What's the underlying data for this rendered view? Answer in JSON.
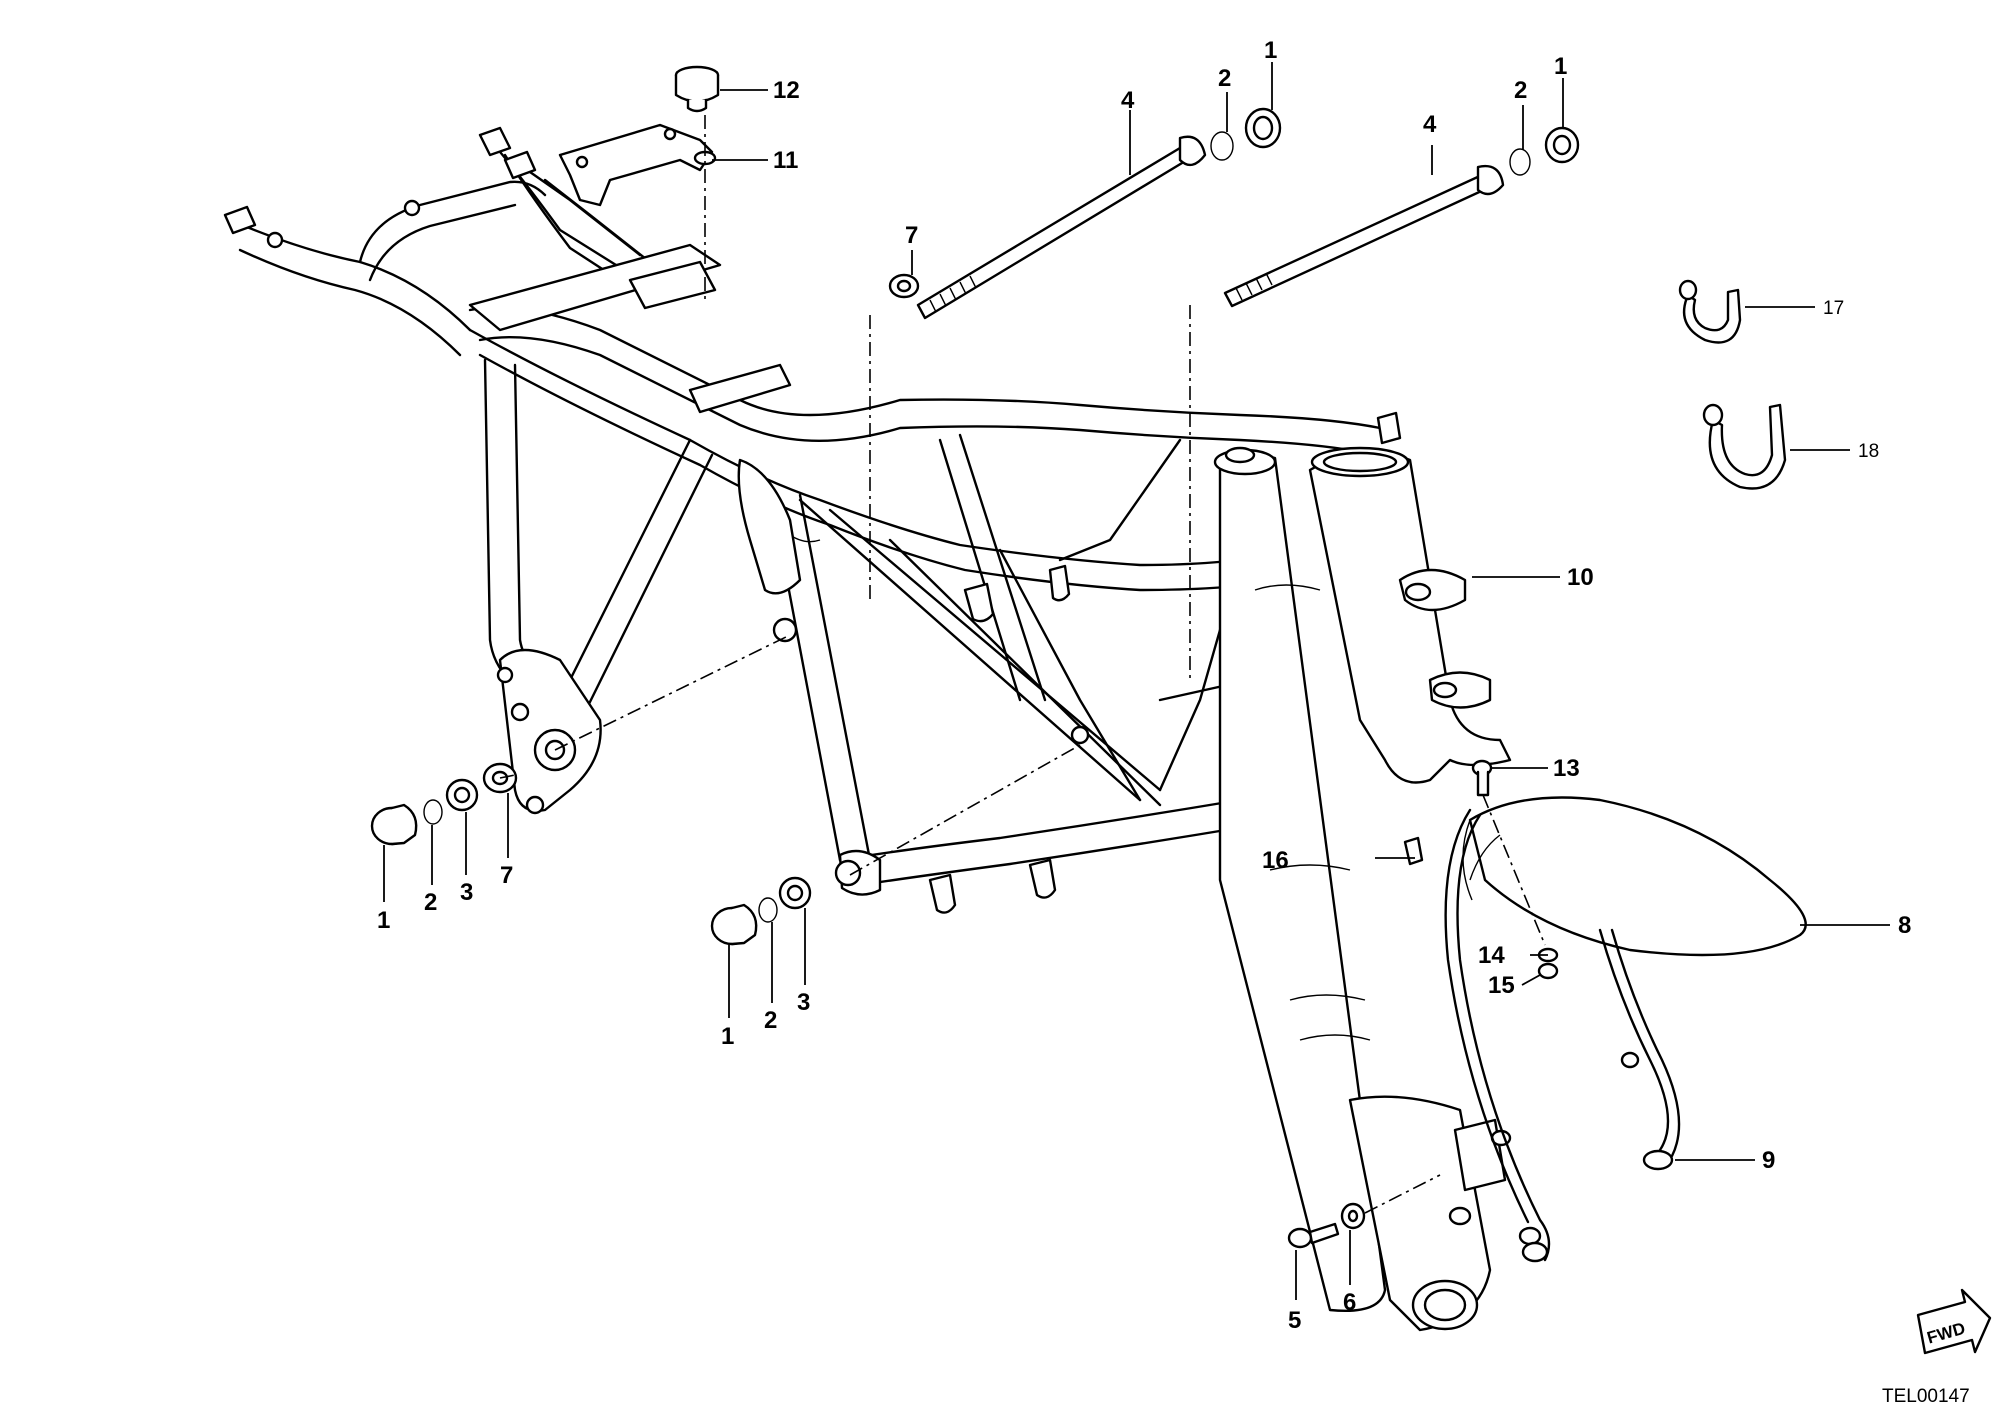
{
  "diagram": {
    "drawing_code": "TEL00147",
    "fwd_label": "FWD",
    "callouts": {
      "c1": "1",
      "c2": "2",
      "c3": "3",
      "c4": "4",
      "c5": "5",
      "c6": "6",
      "c7": "7",
      "c8": "8",
      "c9": "9",
      "c10": "10",
      "c11": "11",
      "c12": "12",
      "c13": "13",
      "c14": "14",
      "c15": "15",
      "c16": "16",
      "c17": "17",
      "c18": "18"
    }
  }
}
